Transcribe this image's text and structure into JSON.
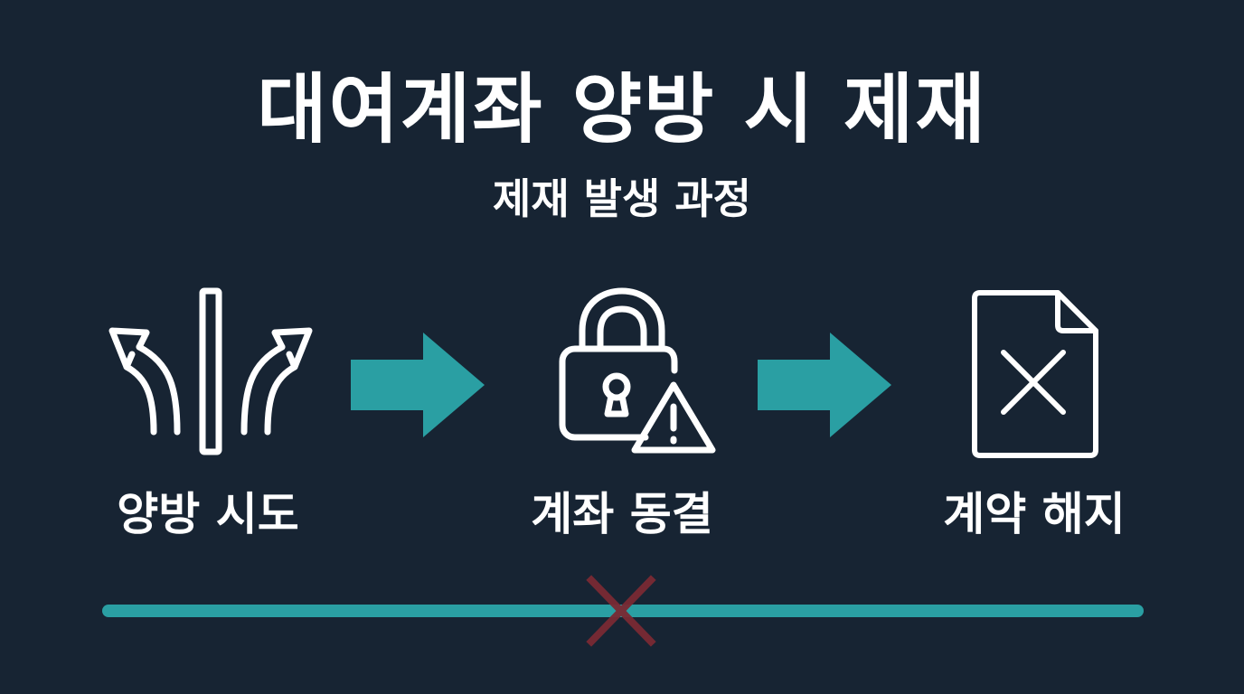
{
  "title": "대여계좌 양방 시 제재",
  "subtitle": "제재 발생 과정",
  "steps": [
    {
      "label": "양방 시도",
      "icon": "split-arrows-icon"
    },
    {
      "label": "계좌 동결",
      "icon": "lock-warning-icon"
    },
    {
      "label": "계약 해지",
      "icon": "document-cancel-icon"
    }
  ],
  "colors": {
    "background": "#172433",
    "text": "#ffffff",
    "accent": "#2a9fa3",
    "cross": "#7a2a33"
  }
}
